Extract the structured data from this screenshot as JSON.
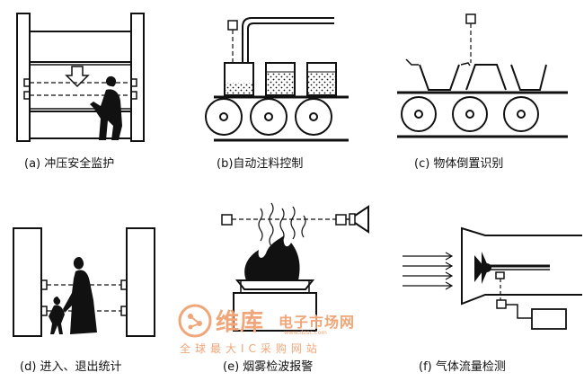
{
  "captions": {
    "a": "(a) 冲压安全监护",
    "b": "(b)自动注料控制",
    "c": "(c) 物体倒置识别",
    "d": "(d) 进入、退出统计",
    "e": "(e) 烟雾检波报警",
    "f": "(f) 气体流量检测"
  },
  "watermark": {
    "brand": "维库",
    "subtitle": "电子市场网",
    "url": "www.dzsc.com",
    "slogan": "全球最大IC采购网站"
  },
  "colors": {
    "ink": "#111111",
    "watermark": "#f0a679"
  }
}
